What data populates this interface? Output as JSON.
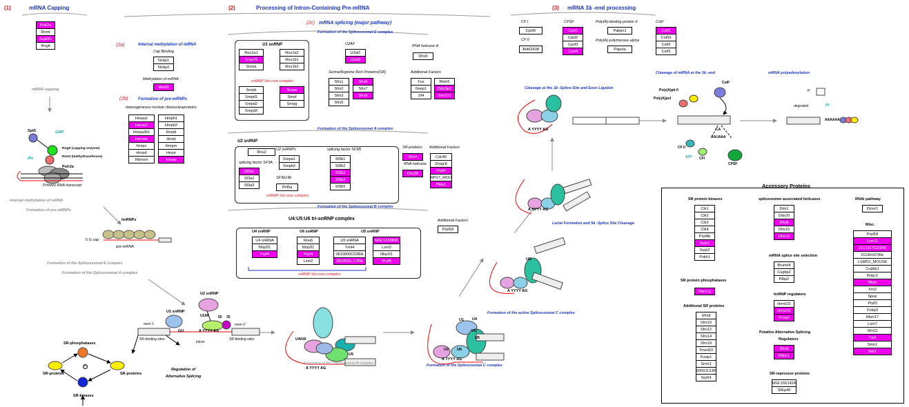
{
  "headers": {
    "s1_num": "(1)",
    "s1_title": "mRNA Capping",
    "s2_num": "(2)",
    "s2_title": "Processing of Intron-Containing Pre-mRNA",
    "s3_num": "(3)",
    "s3_title": "mRNA 3â -end processing",
    "s2a_num": "(2a)",
    "s2a_title": "Internal methylation of mRNA",
    "s2b_num": "(2b)",
    "s2b_title": "Formation of pre-mRNPs",
    "s2c_num": "(2c)",
    "s2c_title": "mRNA splicing (major pathway)"
  },
  "labels": {
    "cap_binding": "Cap Binding",
    "meth_mrna": "Methylation of mRNA",
    "hnrnp_full": "heterogeneous nuclear ribonucleoproteins",
    "form_E": "Formation of the Spliceosomal E complex",
    "form_A": "Formation of the Spliceosomal A complex",
    "form_B": "Formation of the Spliceosomal B complex",
    "form_C": "Formation of the Spliceosomal C complex",
    "form_active_C": "Formation of the active Spliceosomal C complex",
    "u1_snrnp": "U1 snRNP",
    "u2af": "U2AF",
    "rna_helA": "RNA helicase A",
    "sr_rich": "Serine/Arginine Rich Proteins(SR)",
    "addf": "Additional Factors",
    "smcore": "snRNP Sm core complex",
    "u2_snrnp": "U2 snRNP",
    "u2_snrnps": "U2 snRNPs",
    "sf3b": "splicing factor SF3B",
    "sf3a": "splicing factor SF3A",
    "sf3b14b": "SF3b14b",
    "sr_proteins": "SR-proteins",
    "rna_helicase": "RNA helicase",
    "tri": "U4:U5:U6 tri-snRNP complex",
    "u4": "U4 snRNP",
    "u6": "U6 snRNP",
    "u5": "U5 snRNP",
    "cfi": "CF I",
    "cfii": "CF II",
    "cpsf": "CPSF",
    "pabp": "Poly(A)-binding protein II",
    "papol": "Poly(A) polymerase alpha",
    "cstf": "CstF",
    "cleave_ligation": "Cleavage at the 3â  -Splice-Site and Exon Ligation",
    "cleave3": "Cleavage of mRNA at the 3â   -end",
    "polyadenyl": "mRNA polyadenylation",
    "lariat": "Lariat Formation and 5â   -Splice Site Cleavage",
    "mrna_capping": "mRNA capping",
    "spt5": "Spt5",
    "gmp": "GMP",
    "rngtt": "Rngtt (capping enzyme)",
    "rnmt": "Rnmt (methyltransferase)",
    "ipo": "iPo",
    "polr2a": "Polr2a",
    "primary": "Primary RNA transcript",
    "int_meth": "Internal methylation of mRNA",
    "form_pre": "Formation of pre-mRNPs",
    "hnrnps": "hnRNPs",
    "gcap": "5  G cap",
    "premrna": "pre-mRNA",
    "formE2": "Formation of the Spliceosomal E complex",
    "formA2": "Formation of the Spliceosomal A complex",
    "u1": "U1 snRNP",
    "u2": "U2 snRNP",
    "gu": "GU",
    "exon1": "exon 1",
    "exon2": "exon 2",
    "intron": "intron",
    "sr_bind1": "SR-binding sites",
    "sr_bind2": "SR-binding sites",
    "u2af2": "U2AF",
    "n65": "65",
    "n35": "35",
    "reg": "Regulation of",
    "alt": "Alternative Splicing",
    "srphos": "SR-phosphatases",
    "srprot1": "SR-proteins",
    "srprot2": "SR-proteins",
    "srkin": "SR-kinases",
    "p": "P",
    "yyyy": "A    YYYY    AG",
    "u4u6": "U4/U6",
    "u5l": "U5",
    "u2l": "U2",
    "u6l": "U6",
    "u1l": "U1",
    "u4l": "U4",
    "ug": "UG",
    "polyapol": "Poly(A)pol",
    "polyapII": "Poly(A)pb II",
    "cstf2": "CstF",
    "cfii2": "CF II",
    "cfi2": "CFI",
    "atp": "ATP",
    "cpsf2": "CPSF",
    "ca": "CA",
    "aauaaa": "AAUAAA",
    "degraded": "degraded",
    "pi": "Pi",
    "pp": "P.",
    "aaaaaa": "AAAAAA",
    "acc_title": "Accessory Proteins",
    "srpk": "SR protein kinases",
    "spl_hel": "spliceosome associated helicases",
    "rnai": "RNAi pathway",
    "misc": "Misc.",
    "mrna_sel": "mRNA splice site selection",
    "srpp": "SR protein phosphatases",
    "hnrnp_reg": "hnRNP regulators",
    "add_sr": "Additional SR proteins",
    "put1": "Putative Alternative Splicing",
    "put2": "Regulators",
    "srrep": "SR-repressor proteins"
  },
  "genes": {
    "cap": [
      "Polr2a",
      "Rnmt",
      "Supt5h",
      "Rngtt"
    ],
    "ncbp": [
      "Ncbp1",
      "Ncbp2"
    ],
    "meth": [
      "Mettl3"
    ],
    "hnrnp1": [
      "Hnrpa1",
      "Hnrpa2",
      "Hnrpa2b1",
      "Hnrpab",
      "Hnrpc",
      "Hnrpd",
      "Rbmxrt"
    ],
    "hnrnp2": [
      "Hnrph1",
      "Hnrph2",
      "Hnrpk",
      "Hnrpl",
      "Hnrpm",
      "Hnrpr",
      "Hnrpu"
    ],
    "u1a": [
      "Rnu1a1",
      "Snrp70",
      "Snrpa"
    ],
    "u1b": [
      "Rnu1a2",
      "Rnu1b1",
      "Rnu1b2"
    ],
    "sm1": [
      "Snrpb",
      "Snrpd1",
      "Snrpd2",
      "Snrpd3"
    ],
    "sm2": [
      "Snrpe",
      "Snrpf",
      "Snrpg"
    ],
    "u2af": [
      "U2af1",
      "U2af2"
    ],
    "dhx9": [
      "Dhx9"
    ],
    "sr1": [
      "Sfrs1",
      "Sfrs2",
      "Sfrs3",
      "Sfrs5"
    ],
    "sr2": [
      "Sfrs6",
      "Sfrs7",
      "Sfrs9"
    ],
    "addE1": [
      "Fus",
      "Nsep1",
      "Sf4"
    ],
    "addE2": [
      "Rbm5",
      "Ddx3lp2",
      "Snrd1l1"
    ],
    "rnu2": [
      "Rnu2"
    ],
    "u2s": [
      "Snrpa1",
      "Snrpb2"
    ],
    "sf3b": [
      "Sf3b1",
      "Sf3b2",
      "Sf3b3",
      "Sf3b4",
      "Sf3b5"
    ],
    "sf3a": [
      "Sf3a1",
      "Sf3a2",
      "Sf3a3"
    ],
    "phf5a": [
      "Phf5a"
    ],
    "srpA": [
      "Sfrs4"
    ],
    "helA": [
      "Dhx38"
    ],
    "addA": [
      "Cdc40",
      "Dnajc8",
      "Prpf4",
      "RP17_MOU",
      "Ptbp1"
    ],
    "u4": [
      "U4 snRNA",
      "Nhp2l1",
      "Prpf4"
    ],
    "u6": [
      "Rnu6",
      "Nhp2l1",
      "Prpf4",
      "Lsm2"
    ],
    "u5a": [
      "U5 snRNA",
      "Txnl4",
      "0610009C03Rik",
      "2810031L17Rik"
    ],
    "u5b": [
      "MGI:1338880",
      "Lsm2",
      "Nhp2l1",
      "Prpf8"
    ],
    "addB": [
      "Prpf18"
    ],
    "cfi": [
      "Cpsf5"
    ],
    "cfii": [
      "AI462438"
    ],
    "cpsf": [
      "Cpsf1",
      "Cpsf2",
      "Cpsf3",
      "Cpsf4"
    ],
    "pabp": [
      "Pabpn1"
    ],
    "papol": [
      "Papola"
    ],
    "cstf": [
      "Cstf1",
      "Cstf2t",
      "Cstf2",
      "Cstf3"
    ],
    "srpk": [
      "Clk1",
      "Clk2",
      "Clk3",
      "Clk4",
      "Prpf4b",
      "Srpk1",
      "Srpk2",
      "Pskh1"
    ],
    "srpp": [
      "Ppm1g"
    ],
    "addsr": [
      "Sfrs8",
      "Sfrs10",
      "Sfrs12",
      "Sfrs14",
      "Sfrs16",
      "Tmed10",
      "Fusip1",
      "Srrm1",
      "5000113J06Rik",
      "Srp54"
    ],
    "hel": [
      "Ddx1",
      "Ddx20",
      "Dhx8",
      "Dhx15",
      "Dhx16"
    ],
    "sel": [
      "Brunol4",
      "Cugbp2",
      "Ptbp2"
    ],
    "hreg": [
      "Hrmt1l2",
      "Hrmt1l1",
      "Pcbp2"
    ],
    "put": [
      "Sfrs9",
      "Rbpx1"
    ],
    "rep": [
      "MGI:2661424",
      "SRrp40"
    ],
    "rnai": [
      "Dicer1"
    ],
    "misc": [
      "Prpf18",
      "Lsm11",
      "2610317G20Rik",
      "D11Ertd730e",
      "LSMD1_MOUSE",
      "Cugbp1",
      "Rnpc2",
      "Nhlrc",
      "Xrn2",
      "Spop",
      "Prpf3",
      "Fnbp3",
      "Rbm17",
      "Lsm7",
      "Sfrs11",
      "Tial1",
      "Smn1",
      "Nsf1"
    ]
  },
  "highlights": [
    "Polr2a",
    "Supt5h",
    "Mettl3",
    "Hnrpa2",
    "Hnrpab",
    "Hnrpu",
    "Snrp70",
    "Snrpe",
    "U2af2",
    "Sfrs6",
    "Ddx3lp2",
    "Snrd1l1",
    "Sf3a1",
    "Sf3b3",
    "Sf3b4",
    "Sfrs4",
    "Dhx38",
    "Prpf4",
    "Ptbp1",
    "MGI:1338880",
    "2810031L17Rik",
    "Prpf8",
    "Cpsf1",
    "Cpsf4",
    "Cstf1",
    "Srpk1",
    "Ppm1g",
    "Dhx8",
    "Dhx16",
    "Hrmt1l1",
    "Pcbp2",
    "Sfrs9",
    "Rbpx1",
    "Lsm11",
    "2610317G20Rik",
    "Nhlrc",
    "Tial1",
    "Nsf1"
  ],
  "colors": {
    "highlight": "#ee00ee",
    "header_red": "#e0141a",
    "header_blue": "#1a35c8",
    "caption_gray": "#8c8c8c"
  }
}
